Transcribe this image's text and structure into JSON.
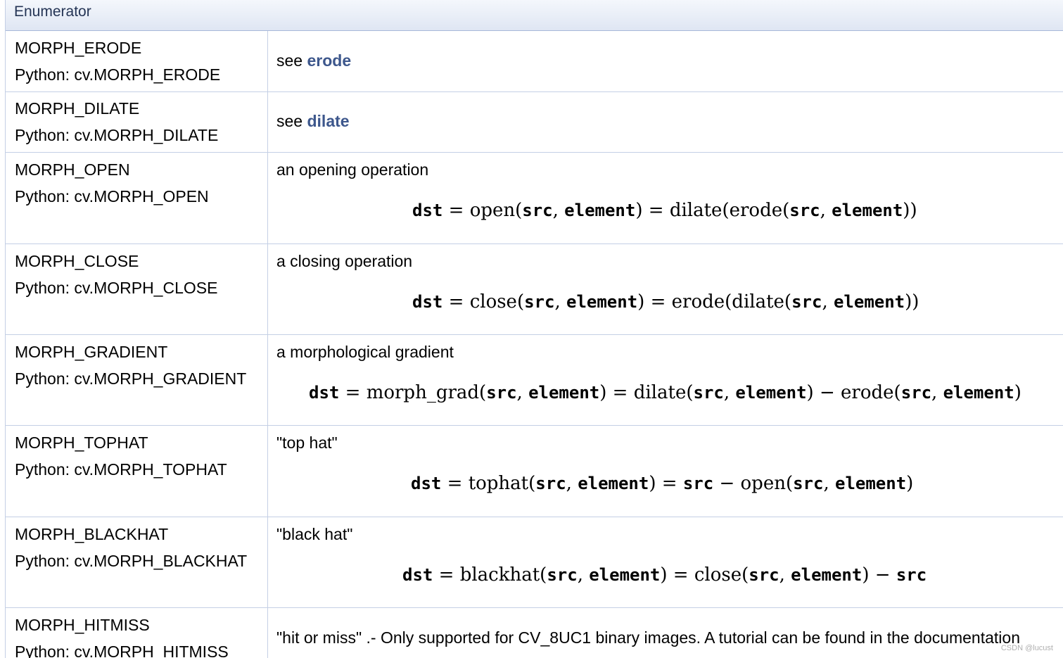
{
  "header": {
    "label": "Enumerator"
  },
  "rows": [
    {
      "name": "MORPH_ERODE",
      "python": "Python: cv.MORPH_ERODE",
      "see_prefix": "see ",
      "see_link": "erode"
    },
    {
      "name": "MORPH_DILATE",
      "python": "Python: cv.MORPH_DILATE",
      "see_prefix": "see ",
      "see_link": "dilate"
    },
    {
      "name": "MORPH_OPEN",
      "python": "Python: cv.MORPH_OPEN",
      "desc": "an opening operation",
      "formula": {
        "lhs": "dst",
        "fn": "open",
        "rhs_a": "dilate",
        "rhs_b": "erode"
      }
    },
    {
      "name": "MORPH_CLOSE",
      "python": "Python: cv.MORPH_CLOSE",
      "desc": "a closing operation",
      "formula": {
        "lhs": "dst",
        "fn": "close",
        "rhs_a": "erode",
        "rhs_b": "dilate"
      }
    },
    {
      "name": "MORPH_GRADIENT",
      "python": "Python: cv.MORPH_GRADIENT",
      "desc": "a morphological gradient",
      "formula": {
        "lhs": "dst",
        "fn": "morph_grad",
        "rhs_a": "dilate",
        "rhs_b": "erode"
      }
    },
    {
      "name": "MORPH_TOPHAT",
      "python": "Python: cv.MORPH_TOPHAT",
      "desc": "\"top hat\"",
      "formula": {
        "lhs": "dst",
        "fn": "tophat",
        "rhs_b": "open"
      }
    },
    {
      "name": "MORPH_BLACKHAT",
      "python": "Python: cv.MORPH_BLACKHAT",
      "desc": "\"black hat\"",
      "formula": {
        "lhs": "dst",
        "fn": "blackhat",
        "rhs_a": "close"
      }
    },
    {
      "name": "MORPH_HITMISS",
      "python": "Python: cv.MORPH_HITMISS",
      "desc": "\"hit or miss\" .- Only supported for CV_8UC1 binary images. A tutorial can be found in the documentation"
    }
  ],
  "math": {
    "src": "src",
    "element": "element",
    "eq": "=",
    "minus": "−",
    "comma": ",",
    "lp": "(",
    "rp": ")"
  },
  "watermark": "CSDN @lucust"
}
